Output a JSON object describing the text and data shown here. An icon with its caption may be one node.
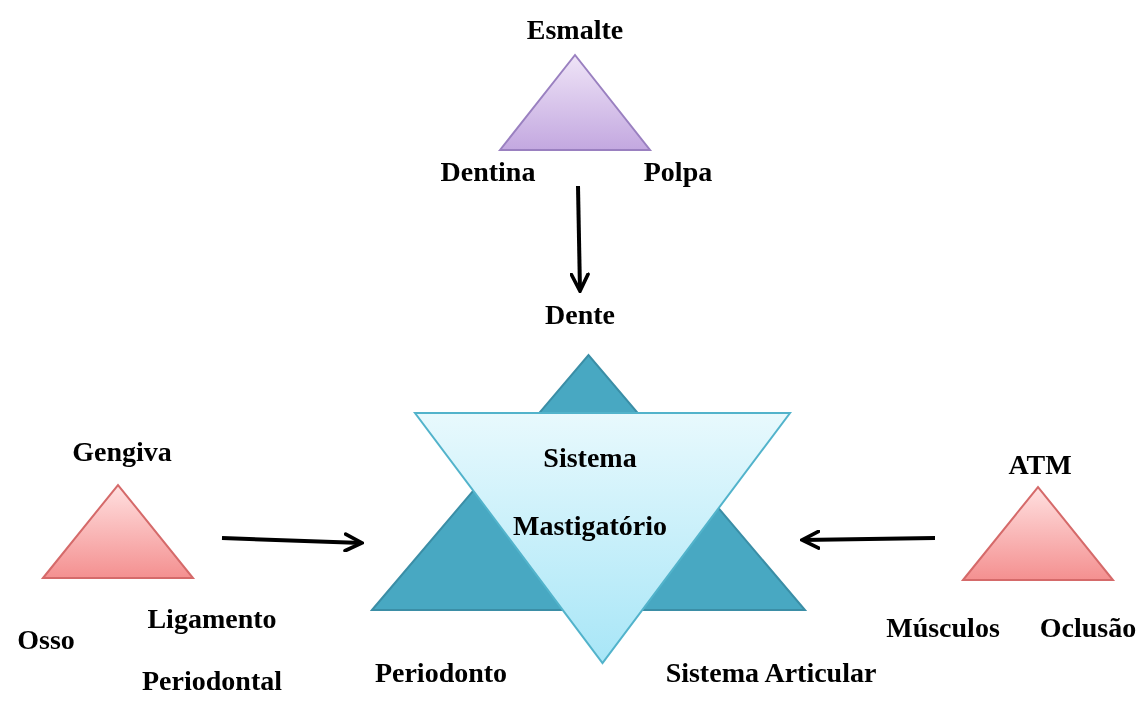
{
  "diagram": {
    "nodes": [
      {
        "text": [
          "Esmalte"
        ],
        "beside": [
          "Dentina",
          "Polpa"
        ]
      },
      {
        "text": [
          "Dente"
        ]
      },
      {
        "text": [
          "Sistema Mastigatório"
        ]
      },
      {
        "text": [
          "Gengiva"
        ],
        "beside": [
          "Osso",
          "Ligamento Periodontal"
        ]
      },
      {
        "text": [
          "ATM"
        ],
        "beside": [
          "Músculos",
          "Oclusão"
        ]
      }
    ],
    "edges": [
      {
        "from": 0,
        "to": 1,
        "arrow": "to"
      },
      {
        "from": 3,
        "to": 1,
        "arrow": "to"
      },
      {
        "from": 4,
        "to": 1,
        "arrow": "to"
      }
    ],
    "labels": [
      "Periodonto",
      "Sistema Articular"
    ]
  }
}
